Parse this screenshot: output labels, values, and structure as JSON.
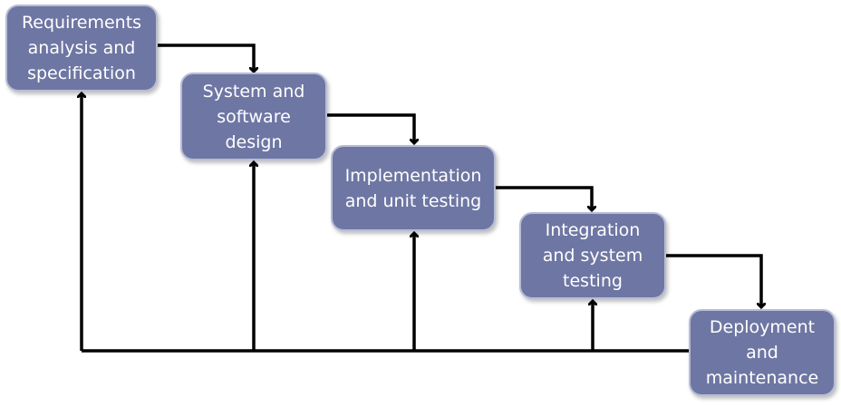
{
  "phases": [
    {
      "id": "requirements",
      "label": "Requirements\nanalysis and\nspecification"
    },
    {
      "id": "design",
      "label": "System and\nsoftware\ndesign"
    },
    {
      "id": "implementation",
      "label": "Implementation\nand unit testing"
    },
    {
      "id": "integration",
      "label": "Integration\nand system\ntesting"
    },
    {
      "id": "deployment",
      "label": "Deployment\nand\nmaintenance"
    }
  ],
  "colors": {
    "box_fill": "#6e76a3",
    "box_border": "#b8bdd6",
    "arrow": "#000000",
    "text": "#ffffff"
  }
}
